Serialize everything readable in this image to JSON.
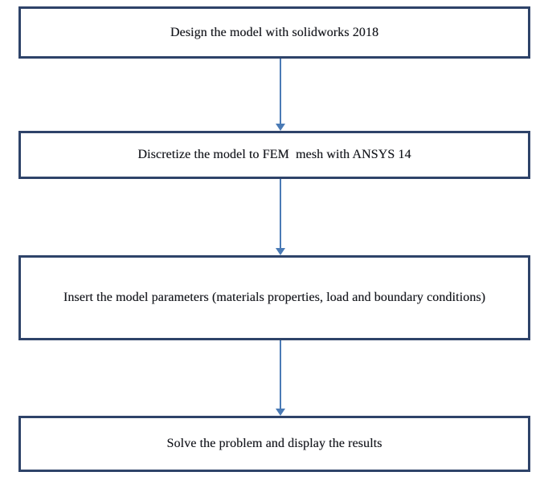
{
  "diagram": {
    "title": "Finite element analysis workflow flowchart",
    "background_color": "#ffffff",
    "box_border_color": "#2e4369",
    "box_fill_color": "#ffffff",
    "arrow_color": "#4a7ab5",
    "text_color": "#14161c",
    "steps": [
      {
        "id": "step-1",
        "label": "Design the model with solidworks 2018"
      },
      {
        "id": "step-2",
        "label": "Discretize the model to FEM  mesh with ANSYS 14"
      },
      {
        "id": "step-3",
        "label": "Insert the model parameters (materials properties, load and boundary conditions)"
      },
      {
        "id": "step-4",
        "label": "Solve the problem and display the results"
      }
    ],
    "connectors": [
      {
        "id": "arrow-1",
        "from": "step-1",
        "to": "step-2",
        "direction": "down",
        "icon": "arrow-down-icon"
      },
      {
        "id": "arrow-2",
        "from": "step-2",
        "to": "step-3",
        "direction": "down",
        "icon": "arrow-down-icon"
      },
      {
        "id": "arrow-3",
        "from": "step-3",
        "to": "step-4",
        "direction": "down",
        "icon": "arrow-down-icon"
      }
    ]
  }
}
